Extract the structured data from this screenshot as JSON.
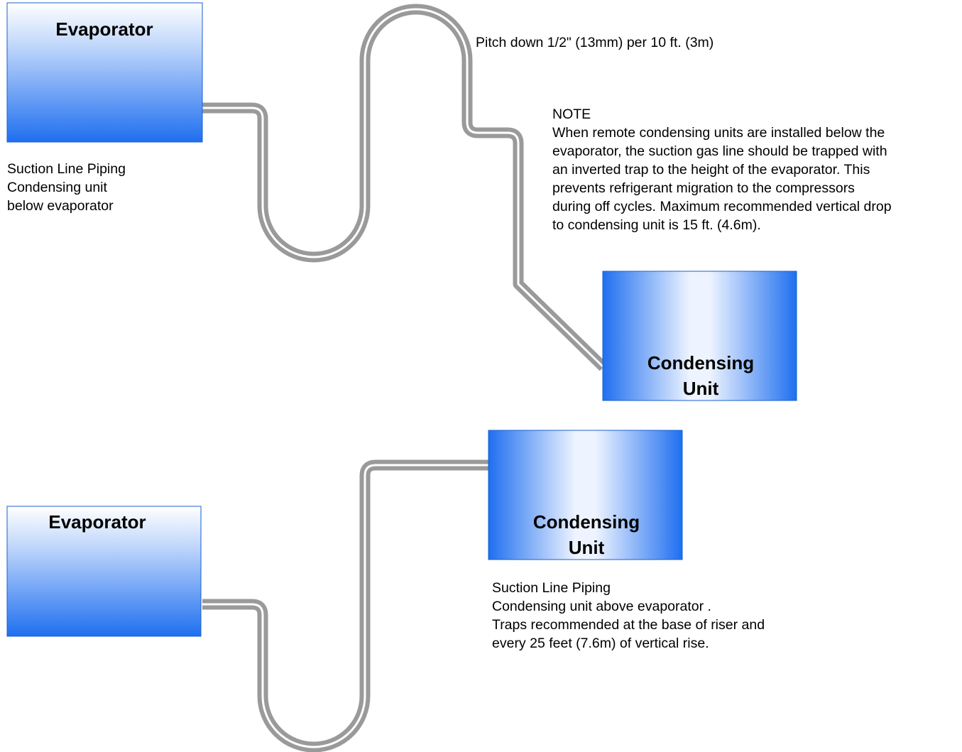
{
  "top": {
    "evaporator_label": "Evaporator",
    "condensing_label_line1": "Condensing",
    "condensing_label_line2": "Unit",
    "caption": {
      "line1": "Suction Line Piping",
      "line2": "Condensing unit",
      "line3": "below evaporator"
    },
    "pitch_note": "Pitch down 1/2\" (13mm) per 10 ft. (3m)",
    "note": {
      "heading": "NOTE",
      "line1": "When remote condensing units are installed below the",
      "line2": "evaporator, the suction gas line should be trapped with",
      "line3": "an inverted trap to the height of the evaporator. This",
      "line4": "prevents refrigerant migration to the compressors",
      "line5": "during off cycles. Maximum recommended vertical drop",
      "line6": "to condensing unit is 15 ft. (4.6m)."
    }
  },
  "bottom": {
    "evaporator_label": "Evaporator",
    "condensing_label_line1": "Condensing",
    "condensing_label_line2": "Unit",
    "caption": {
      "line1": "Suction Line Piping",
      "line2": "Condensing unit above evaporator .",
      "line3": "Traps recommended at the base of riser and",
      "line4": "every 25 feet (7.6m) of vertical rise."
    }
  },
  "colors": {
    "pipe_outer": "#9a9a9a",
    "pipe_inner": "#ffffff",
    "box_blue": "#1e6ef0",
    "box_light": "#eef4ff"
  }
}
